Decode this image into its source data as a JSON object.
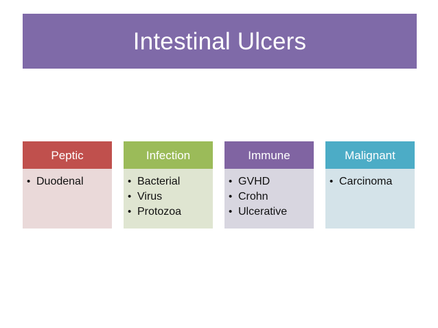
{
  "slide": {
    "background": "#ffffff",
    "title": {
      "text": "Intestinal Ulcers",
      "banner_color": "#7f6aa8",
      "text_color": "#ffffff"
    }
  },
  "cards": [
    {
      "name": "peptic",
      "header_label": "Peptic",
      "header_color": "#c0504d",
      "body_color": "#ead9d9",
      "text_color": "#101010",
      "items": [
        "Duodenal"
      ]
    },
    {
      "name": "infection",
      "header_label": "Infection",
      "header_color": "#9bbb59",
      "body_color": "#dfe5d1",
      "text_color": "#101010",
      "items": [
        "Bacterial",
        "Virus",
        "Protozoa"
      ]
    },
    {
      "name": "immune",
      "header_label": "Immune",
      "header_color": "#8064a2",
      "body_color": "#d8d6e0",
      "text_color": "#101010",
      "items": [
        "GVHD",
        "Crohn",
        "Ulcerative"
      ]
    },
    {
      "name": "malignant",
      "header_label": "Malignant",
      "header_color": "#4cacc6",
      "body_color": "#d4e3e9",
      "text_color": "#101010",
      "items": [
        "Carcinoma"
      ]
    }
  ],
  "bullet_glyph": "•"
}
